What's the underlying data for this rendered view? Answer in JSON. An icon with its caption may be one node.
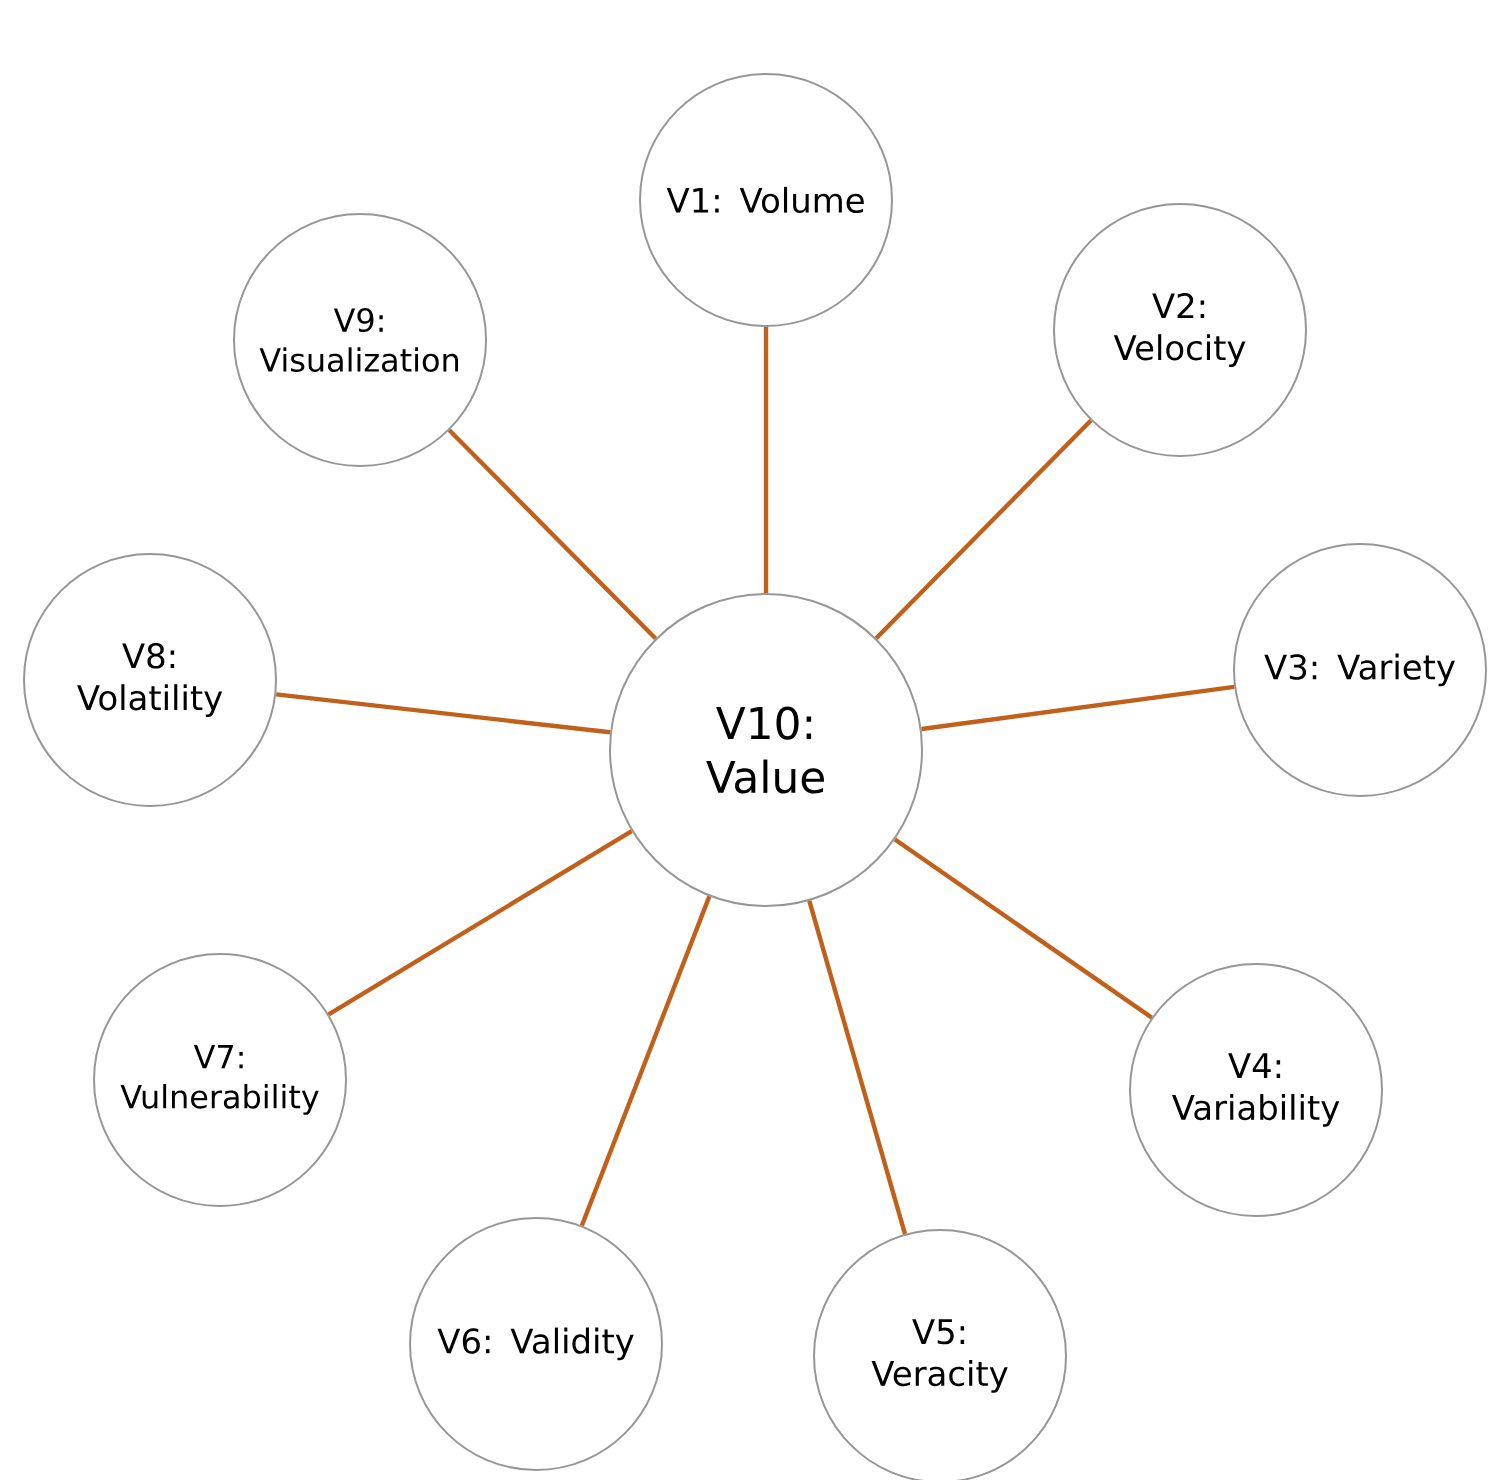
{
  "diagram": {
    "nodes": [
      {
        "text": [
          "V1: Volume"
        ]
      },
      {
        "text": [
          "V2: Velocity"
        ]
      },
      {
        "text": [
          "V3: Variety"
        ]
      },
      {
        "text": [
          "V4: Variability"
        ]
      },
      {
        "text": [
          "V5: Veracity"
        ]
      },
      {
        "text": [
          "V6: Validity"
        ]
      },
      {
        "text": [
          "V7: Vulnerability"
        ]
      },
      {
        "text": [
          "V8: Volatility"
        ]
      },
      {
        "text": [
          "V9: Visualization"
        ]
      },
      {
        "text": [
          "V10: Value"
        ]
      }
    ],
    "edges": [
      {
        "from": 9,
        "to": 0,
        "arrow": "none"
      },
      {
        "from": 9,
        "to": 1,
        "arrow": "none"
      },
      {
        "from": 9,
        "to": 2,
        "arrow": "none"
      },
      {
        "from": 9,
        "to": 3,
        "arrow": "none"
      },
      {
        "from": 9,
        "to": 4,
        "arrow": "none"
      },
      {
        "from": 9,
        "to": 5,
        "arrow": "none"
      },
      {
        "from": 9,
        "to": 6,
        "arrow": "none"
      },
      {
        "from": 9,
        "to": 7,
        "arrow": "none"
      },
      {
        "from": 9,
        "to": 8,
        "arrow": "none"
      }
    ]
  }
}
